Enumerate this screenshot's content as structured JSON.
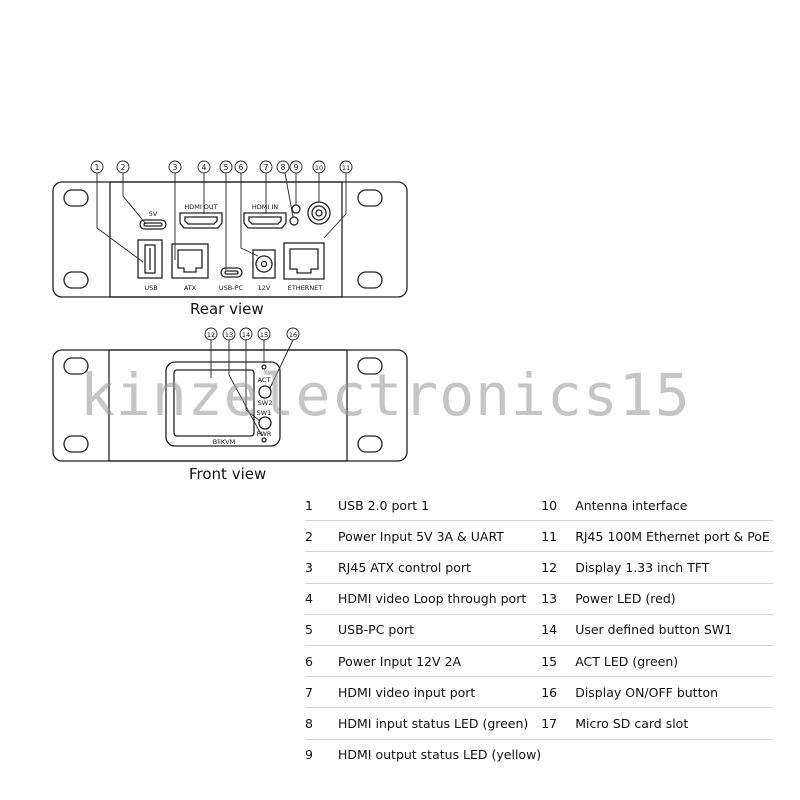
{
  "rear_view": {
    "caption": "Rear view",
    "port_labels": {
      "five_v": "5V",
      "hdmi_out": "HDMI  OUT",
      "hdmi_in": "HDMI  IN",
      "usb": "USB",
      "atx": "ATX",
      "usb_pc": "USB-PC",
      "twelve_v": "12V",
      "ethernet": "ETHERNET"
    },
    "callouts": [
      "1",
      "2",
      "3",
      "4",
      "5",
      "6",
      "7",
      "8",
      "9",
      "10",
      "11"
    ]
  },
  "front_view": {
    "caption": "Front view",
    "labels": {
      "act": "ACT",
      "sw2": "SW2",
      "sw1": "SW1",
      "pwr": "PWR",
      "brand": "BliKVM"
    },
    "callouts": [
      "12",
      "13",
      "14",
      "15",
      "16"
    ]
  },
  "watermark": "kinzelectronics15",
  "legend": [
    {
      "n1": "1",
      "t1": "USB 2.0 port 1",
      "n2": "10",
      "t2": "Antenna interface"
    },
    {
      "n1": "2",
      "t1": "Power Input 5V 3A & UART",
      "n2": "11",
      "t2": "RJ45 100M Ethernet port & PoE"
    },
    {
      "n1": "3",
      "t1": "RJ45 ATX control port",
      "n2": "12",
      "t2": "Display 1.33 inch TFT"
    },
    {
      "n1": "4",
      "t1": "HDMI video Loop through port",
      "n2": "13",
      "t2": "Power LED (red)"
    },
    {
      "n1": "5",
      "t1": "USB-PC port",
      "n2": "14",
      "t2": "User defined button SW1"
    },
    {
      "n1": "6",
      "t1": "Power Input 12V 2A",
      "n2": "15",
      "t2": "ACT LED (green)"
    },
    {
      "n1": "7",
      "t1": "HDMI video input port",
      "n2": "16",
      "t2": "Display ON/OFF button"
    },
    {
      "n1": "8",
      "t1": "HDMI input status LED (green)",
      "n2": "17",
      "t2": "Micro SD card slot"
    },
    {
      "n1": "9",
      "t1": "HDMI output status LED (yellow)",
      "n2": "",
      "t2": ""
    }
  ]
}
